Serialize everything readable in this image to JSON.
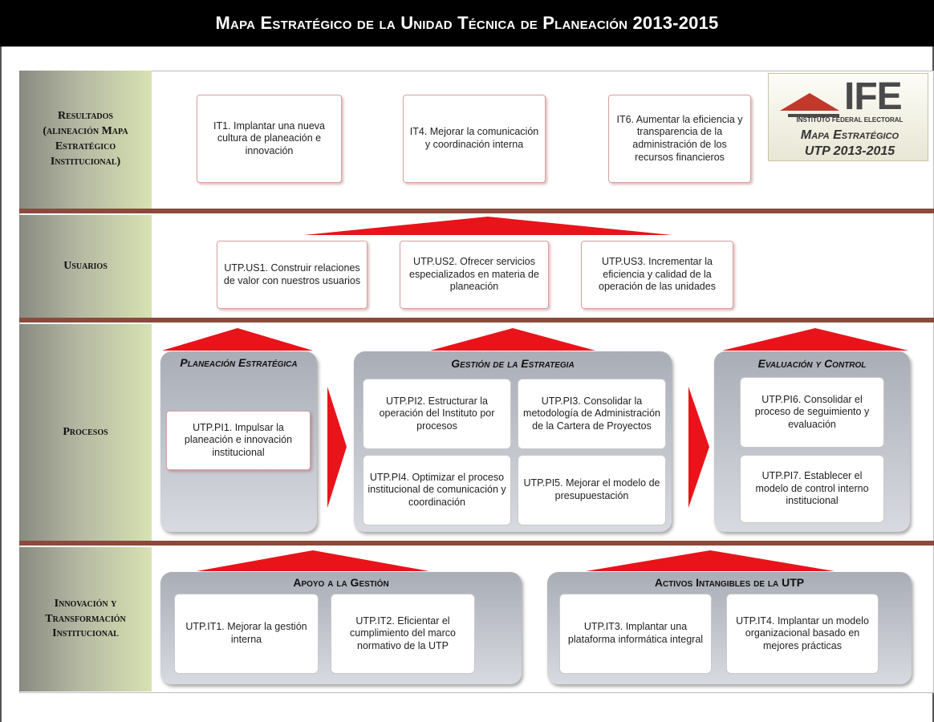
{
  "title": "Mapa Estratégico de la Unidad Técnica de Planeación 2013-2015",
  "logo": {
    "name": "IFE",
    "institution": "INSTITUTO FEDERAL ELECTORAL",
    "caption_line1": "Mapa Estratégico",
    "caption_line2": "UTP 2013-2015"
  },
  "bands": {
    "resultados": "Resultados\n(alineación Mapa\nEstratégico\nInstitucional)",
    "usuarios": "Usuarios",
    "procesos": "Procesos",
    "innovacion": "Innovación y\nTransformación\nInstitucional"
  },
  "resultados": [
    "IT1. Implantar una nueva cultura de planeación e innovación",
    "IT4. Mejorar la comunicación y coordinación interna",
    "IT6. Aumentar la eficiencia y transparencia de la administración de los recursos financieros"
  ],
  "usuarios": [
    "UTP.US1. Construir relaciones de valor con nuestros usuarios",
    "UTP.US2. Ofrecer servicios especializados en materia de planeación",
    "UTP.US3. Incrementar la eficiencia y calidad de la operación de las unidades"
  ],
  "procesos": {
    "planeacion": {
      "title": "Planeación Estratégica",
      "items": [
        "UTP.PI1. Impulsar la planeación e innovación institucional"
      ]
    },
    "gestion": {
      "title": "Gestión de la Estrategia",
      "items": [
        "UTP.PI2. Estructurar la operación del Instituto por procesos",
        "UTP.PI3. Consolidar la metodología de Administración de la Cartera de Proyectos",
        "UTP.PI4. Optimizar el proceso institucional de comunicación y coordinación",
        "UTP.PI5. Mejorar el modelo de presupuestación"
      ]
    },
    "evaluacion": {
      "title": "Evaluación y Control",
      "items": [
        "UTP.PI6. Consolidar el proceso de seguimiento y evaluación",
        "UTP.PI7. Establecer el modelo de control interno institucional"
      ]
    }
  },
  "innovacion": {
    "apoyo": {
      "title": "Apoyo a la Gestión",
      "items": [
        "UTP.IT1. Mejorar la gestión interna",
        "UTP.IT2. Eficientar el cumplimiento del marco normativo de la UTP"
      ]
    },
    "activos": {
      "title": "Activos Intangibles de la UTP",
      "items": [
        "UTP.IT3. Implantar una plataforma informática integral",
        "UTP.IT4. Implantar un modelo organizacional basado en mejores prácticas"
      ]
    }
  },
  "colors": {
    "title_bg": "#000000",
    "separator": "#8a4a3c",
    "arrow_red": "#e8141a",
    "card_border": "#d9a0a0",
    "group_bg": "#b8bcc4"
  }
}
